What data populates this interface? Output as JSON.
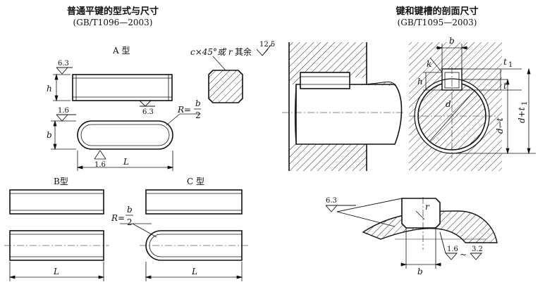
{
  "left_title": "普通平键的型式与尺寸",
  "left_standard": "(GB/T1096—2003)",
  "right_title": "键和键槽的剖面尺寸",
  "right_standard": "(GB/T1095—2003)",
  "type_a_label": "A 型",
  "type_b_label": "B型",
  "type_c_label": "C 型",
  "chamfer_note": "c×45°或 r",
  "chamfer_rest_label": "其余",
  "roughness": {
    "r63": "6.3",
    "r16": "1.6",
    "r125": "12.5",
    "r32": "3.2"
  },
  "dims": {
    "h": "h",
    "b": "b",
    "L": "L",
    "R": "R=",
    "half_b_num": "b",
    "half_b_den": "2",
    "t": "t",
    "t1": "t",
    "t1_sub": "1",
    "k": "k",
    "d": "d",
    "d_minus_t": "d−t",
    "d_plus_t1": "d+t",
    "d_plus_t1_sub": "1",
    "r": "r",
    "tilde": "~"
  },
  "colors": {
    "line": "#111111",
    "background": "#ffffff",
    "hatch": "#222222"
  }
}
